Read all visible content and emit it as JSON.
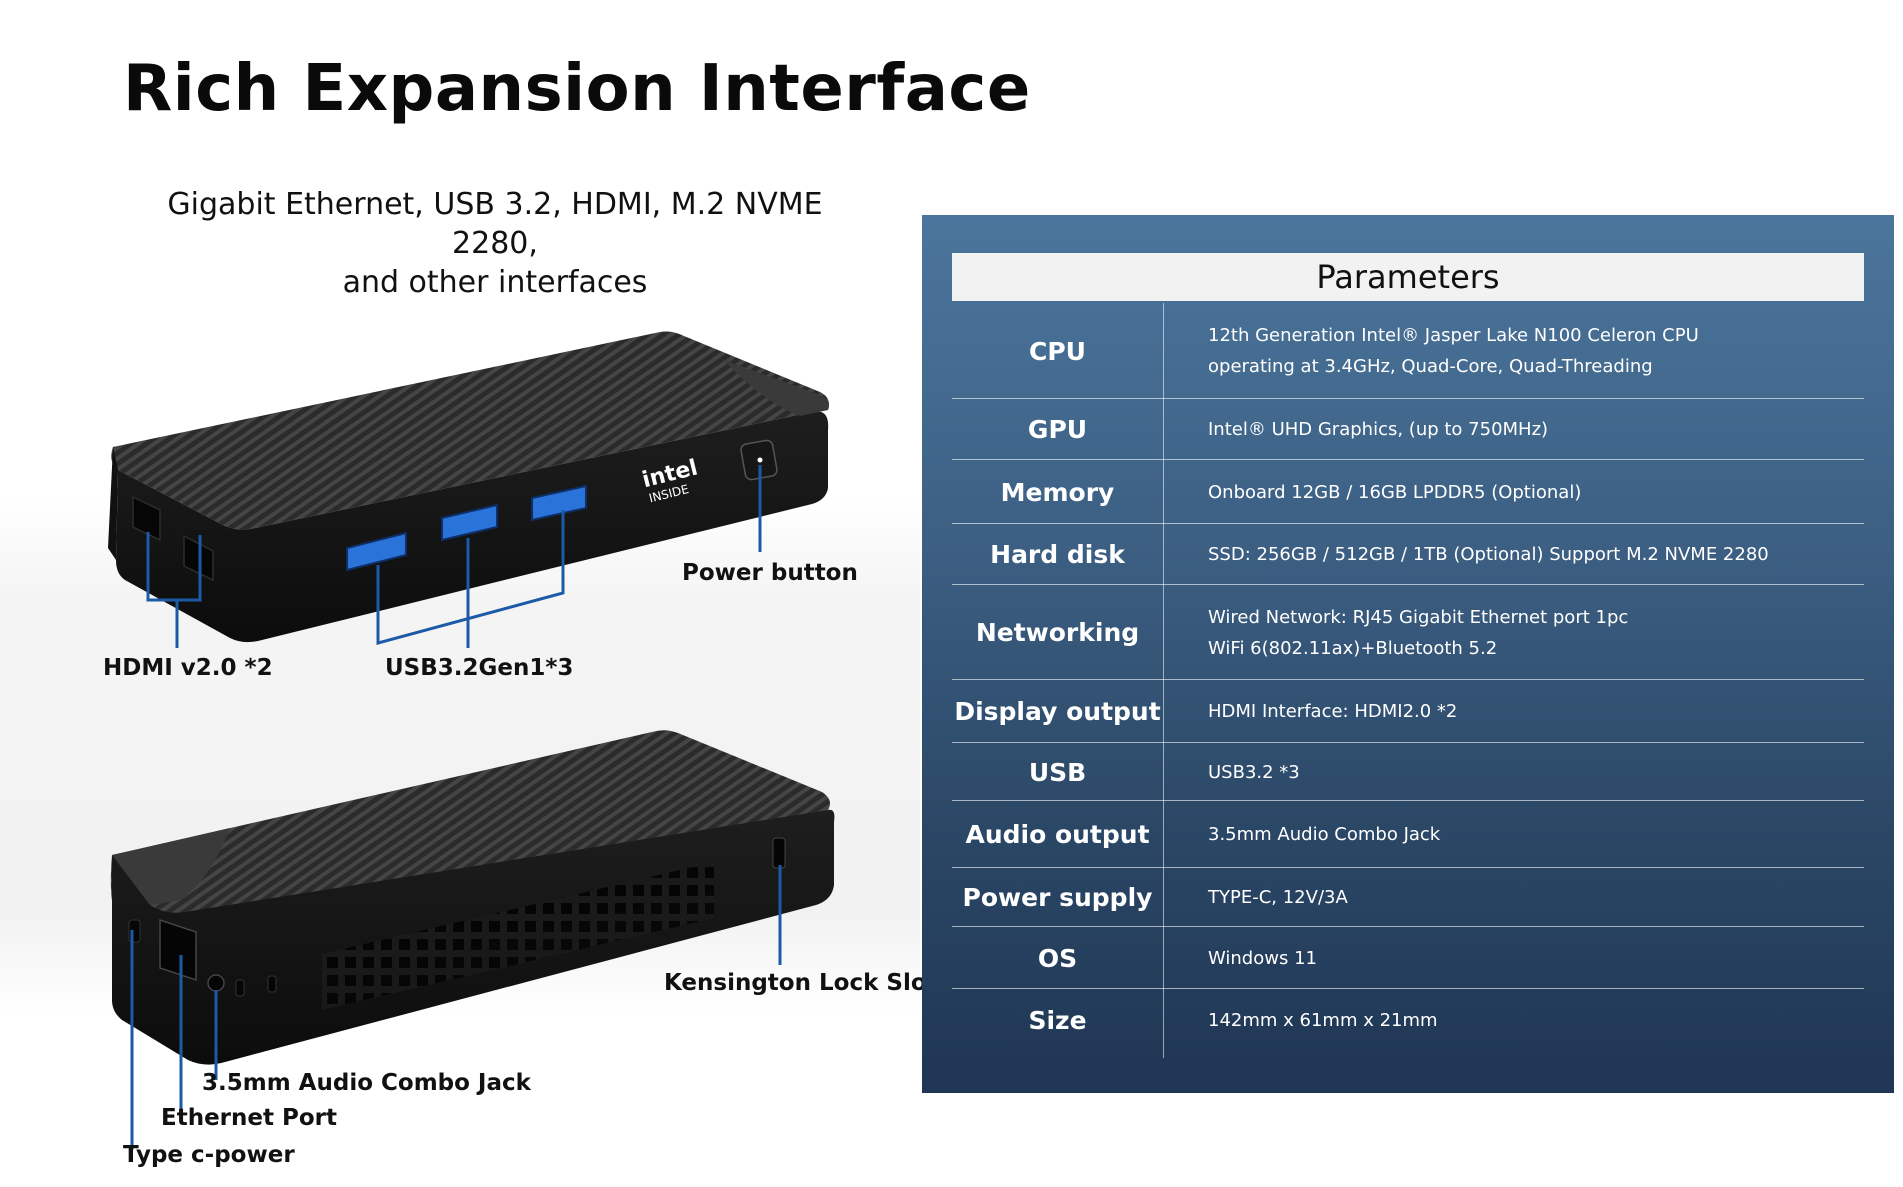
{
  "title": "Rich Expansion Interface",
  "subtitle": {
    "line1": "Gigabit Ethernet, USB 3.2, HDMI, M.2 NVME 2280,",
    "line2": "and other interfaces"
  },
  "device_top": {
    "brand_badge": "Intel INSIDE",
    "callouts": {
      "hdmi": "HDMI v2.0 *2",
      "usb": "USB3.2Gen1*3",
      "power": "Power button"
    }
  },
  "device_back": {
    "callouts": {
      "audio": "3.5mm Audio Combo Jack",
      "ethernet": "Ethernet Port",
      "typec": "Type c-power",
      "kensington": "Kensington Lock Slot"
    }
  },
  "parameters": {
    "header": "Parameters",
    "rows": [
      {
        "label": "CPU",
        "lines": [
          "12th Generation Intel® Jasper Lake N100 Celeron CPU",
          "operating at 3.4GHz, Quad-Core, Quad-Threading"
        ]
      },
      {
        "label": "GPU",
        "lines": [
          "Intel® UHD Graphics, (up to 750MHz)"
        ]
      },
      {
        "label": "Memory",
        "lines": [
          "Onboard 12GB / 16GB LPDDR5 (Optional)"
        ]
      },
      {
        "label": "Hard disk",
        "lines": [
          "SSD: 256GB / 512GB / 1TB (Optional) Support M.2 NVME 2280"
        ]
      },
      {
        "label": "Networking",
        "lines": [
          "Wired Network: RJ45 Gigabit Ethernet port 1pc",
          "WiFi 6(802.11ax)+Bluetooth 5.2"
        ]
      },
      {
        "label": "Display output",
        "lines": [
          "HDMI Interface: HDMI2.0 *2"
        ]
      },
      {
        "label": "USB",
        "lines": [
          "USB3.2 *3"
        ]
      },
      {
        "label": "Audio output",
        "lines": [
          "3.5mm Audio Combo Jack"
        ]
      },
      {
        "label": "Power supply",
        "lines": [
          "TYPE-C, 12V/3A"
        ]
      },
      {
        "label": "OS",
        "lines": [
          "Windows 11"
        ]
      },
      {
        "label": "Size",
        "lines": [
          "142mm x 61mm x 21mm"
        ]
      }
    ]
  },
  "colors": {
    "panel_top": "#4c759c",
    "panel_bottom": "#1f3654",
    "callout_line": "#1c5aa8",
    "usb_port": "#2a73d9"
  }
}
